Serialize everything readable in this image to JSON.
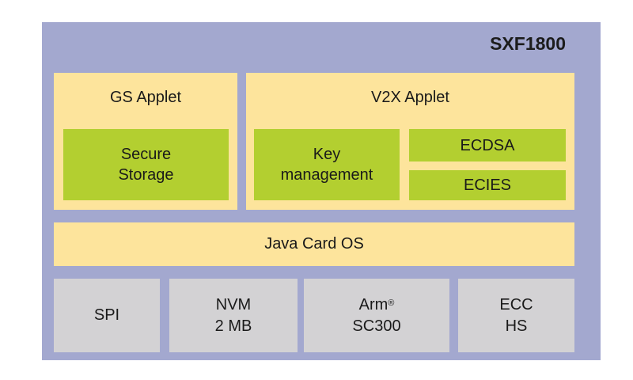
{
  "chip": {
    "name": "SXF1800"
  },
  "applets": {
    "gs": {
      "title": "GS Applet",
      "modules": [
        {
          "line1": "Secure",
          "line2": "Storage"
        }
      ]
    },
    "v2x": {
      "title": "V2X Applet",
      "modules": [
        {
          "line1": "Key",
          "line2": "management"
        },
        {
          "label": "ECDSA"
        },
        {
          "label": "ECIES"
        }
      ]
    }
  },
  "os": {
    "label": "Java Card OS"
  },
  "hardware": [
    {
      "line1": "SPI"
    },
    {
      "line1": "NVM",
      "line2": "2 MB"
    },
    {
      "line1": "Arm",
      "superscript": "®",
      "line2": "SC300"
    },
    {
      "line1": "ECC",
      "line2": "HS"
    }
  ],
  "colors": {
    "outer": "#a3a8cf",
    "applet": "#fde49c",
    "module": "#b3cf30",
    "hardware": "#d3d2d4"
  }
}
